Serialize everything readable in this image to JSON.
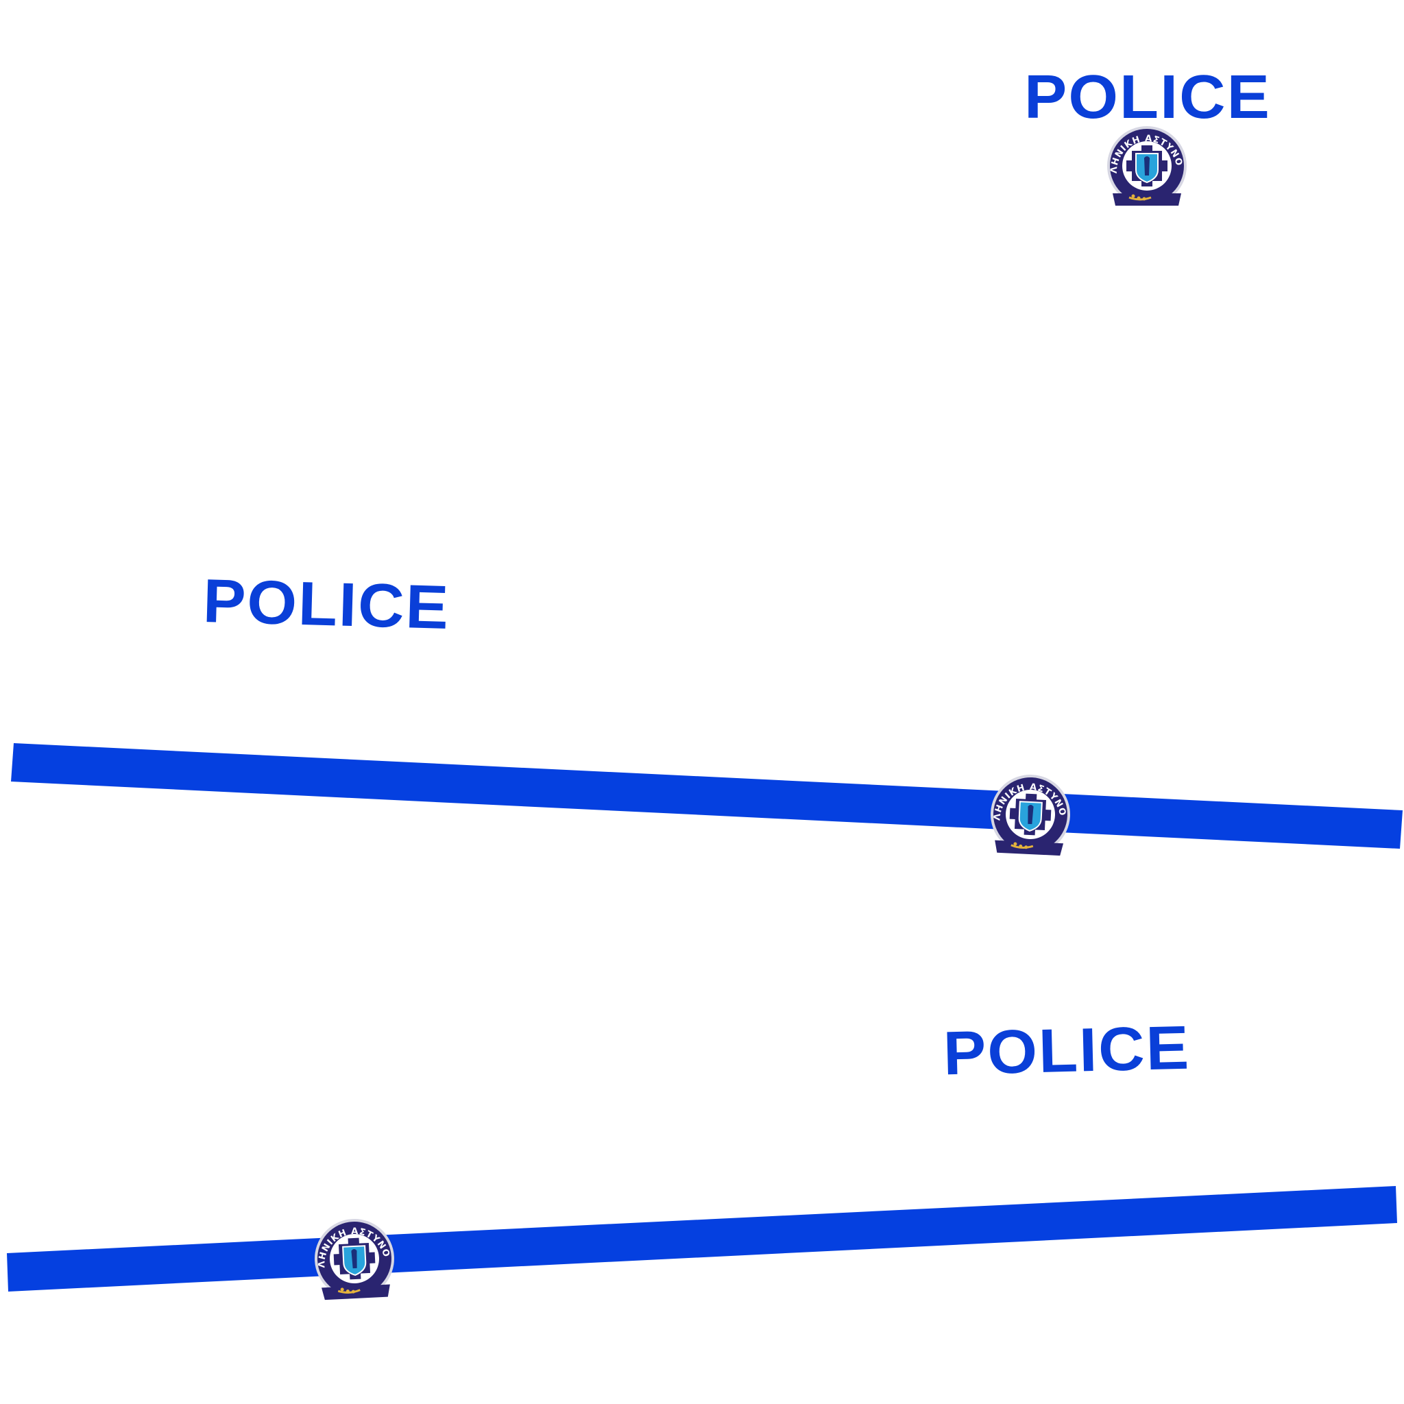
{
  "labels": {
    "police_top": "POLICE",
    "police_middle": "POLICE",
    "police_bottom": "POLICE"
  },
  "emblem": {
    "icon": "hellenic-police-emblem-icon",
    "ring_text": "ΕΛΛΗΝΙΚΗ ΑΣΤΥΝΟΜΙΑ"
  },
  "colors": {
    "background": "#ffffff",
    "police_text": "#0a3fd8",
    "stripe": "#0540e0",
    "emblem_navy": "#2a2470",
    "emblem_ring_outer": "#d7d7e3",
    "emblem_shield": "#29a3dc",
    "emblem_leaves": "#e3b23c"
  }
}
